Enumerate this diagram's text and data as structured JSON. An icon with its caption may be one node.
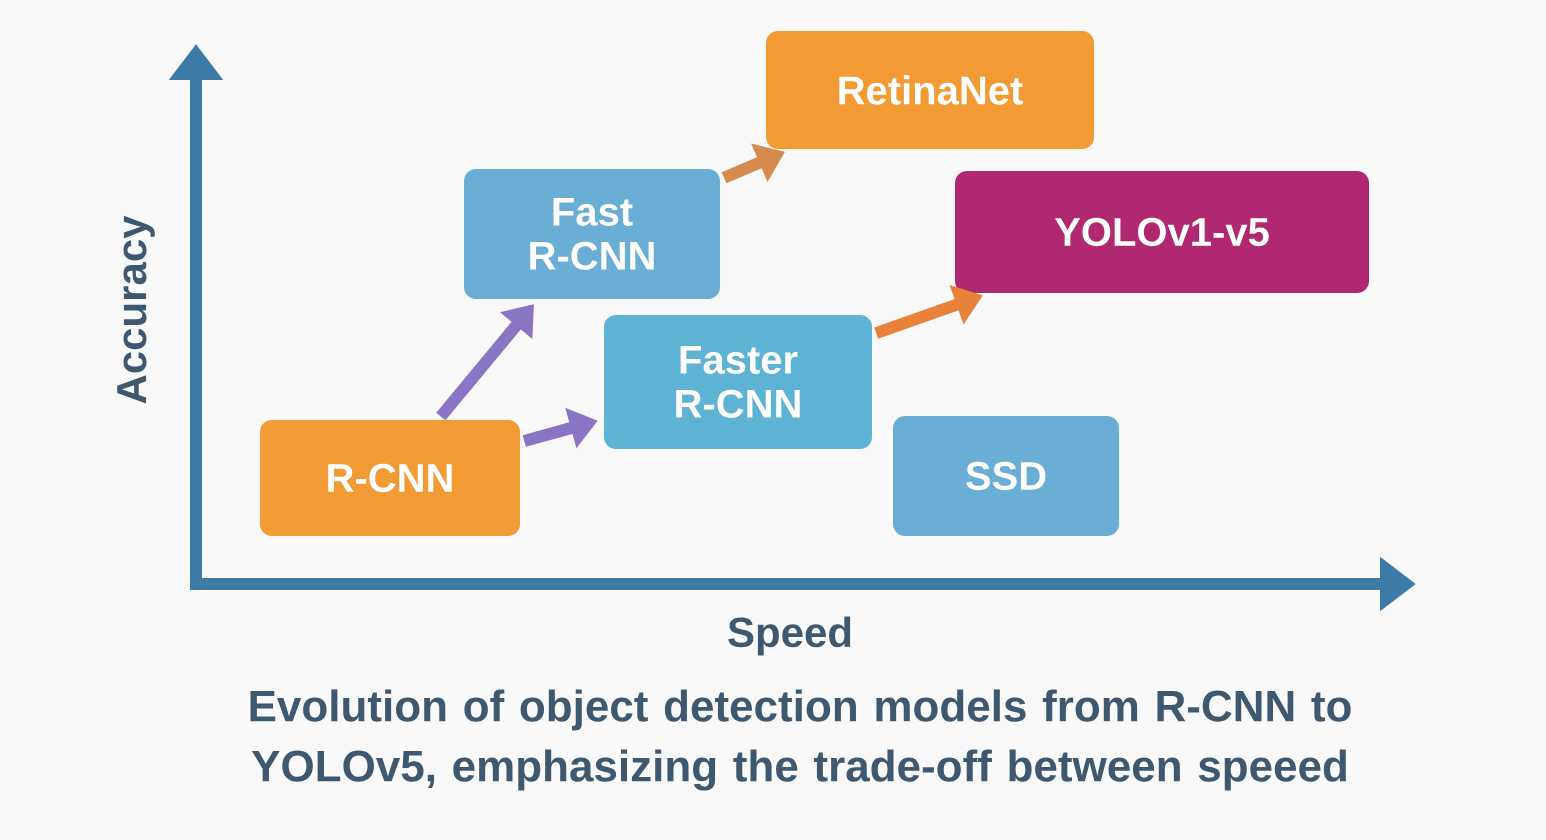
{
  "diagram": {
    "caption": "Evolution of object detection models from R-CNN to YOLOv5, emphasizing the trade-off between speeed",
    "nodes": [
      {
        "text": [
          "R-CNN"
        ]
      },
      {
        "text": [
          "Fast R-CNN"
        ]
      },
      {
        "text": [
          "Faster R-CNN"
        ]
      },
      {
        "text": [
          "RetinaNet"
        ]
      },
      {
        "text": [
          "YOLOv1-v5"
        ]
      },
      {
        "text": [
          "SSD"
        ]
      }
    ],
    "edges": [
      {
        "from": 0,
        "to": 1,
        "arrow": "to",
        "color": "#8a74c4"
      },
      {
        "from": 0,
        "to": 2,
        "arrow": "to",
        "color": "#8a74c4"
      },
      {
        "from": 1,
        "to": 3,
        "arrow": "to",
        "color": "#d68a4e"
      },
      {
        "from": 2,
        "to": 4,
        "arrow": "to",
        "color": "#e8823a"
      }
    ],
    "labels": [
      "Accuracy",
      "Speed"
    ]
  }
}
